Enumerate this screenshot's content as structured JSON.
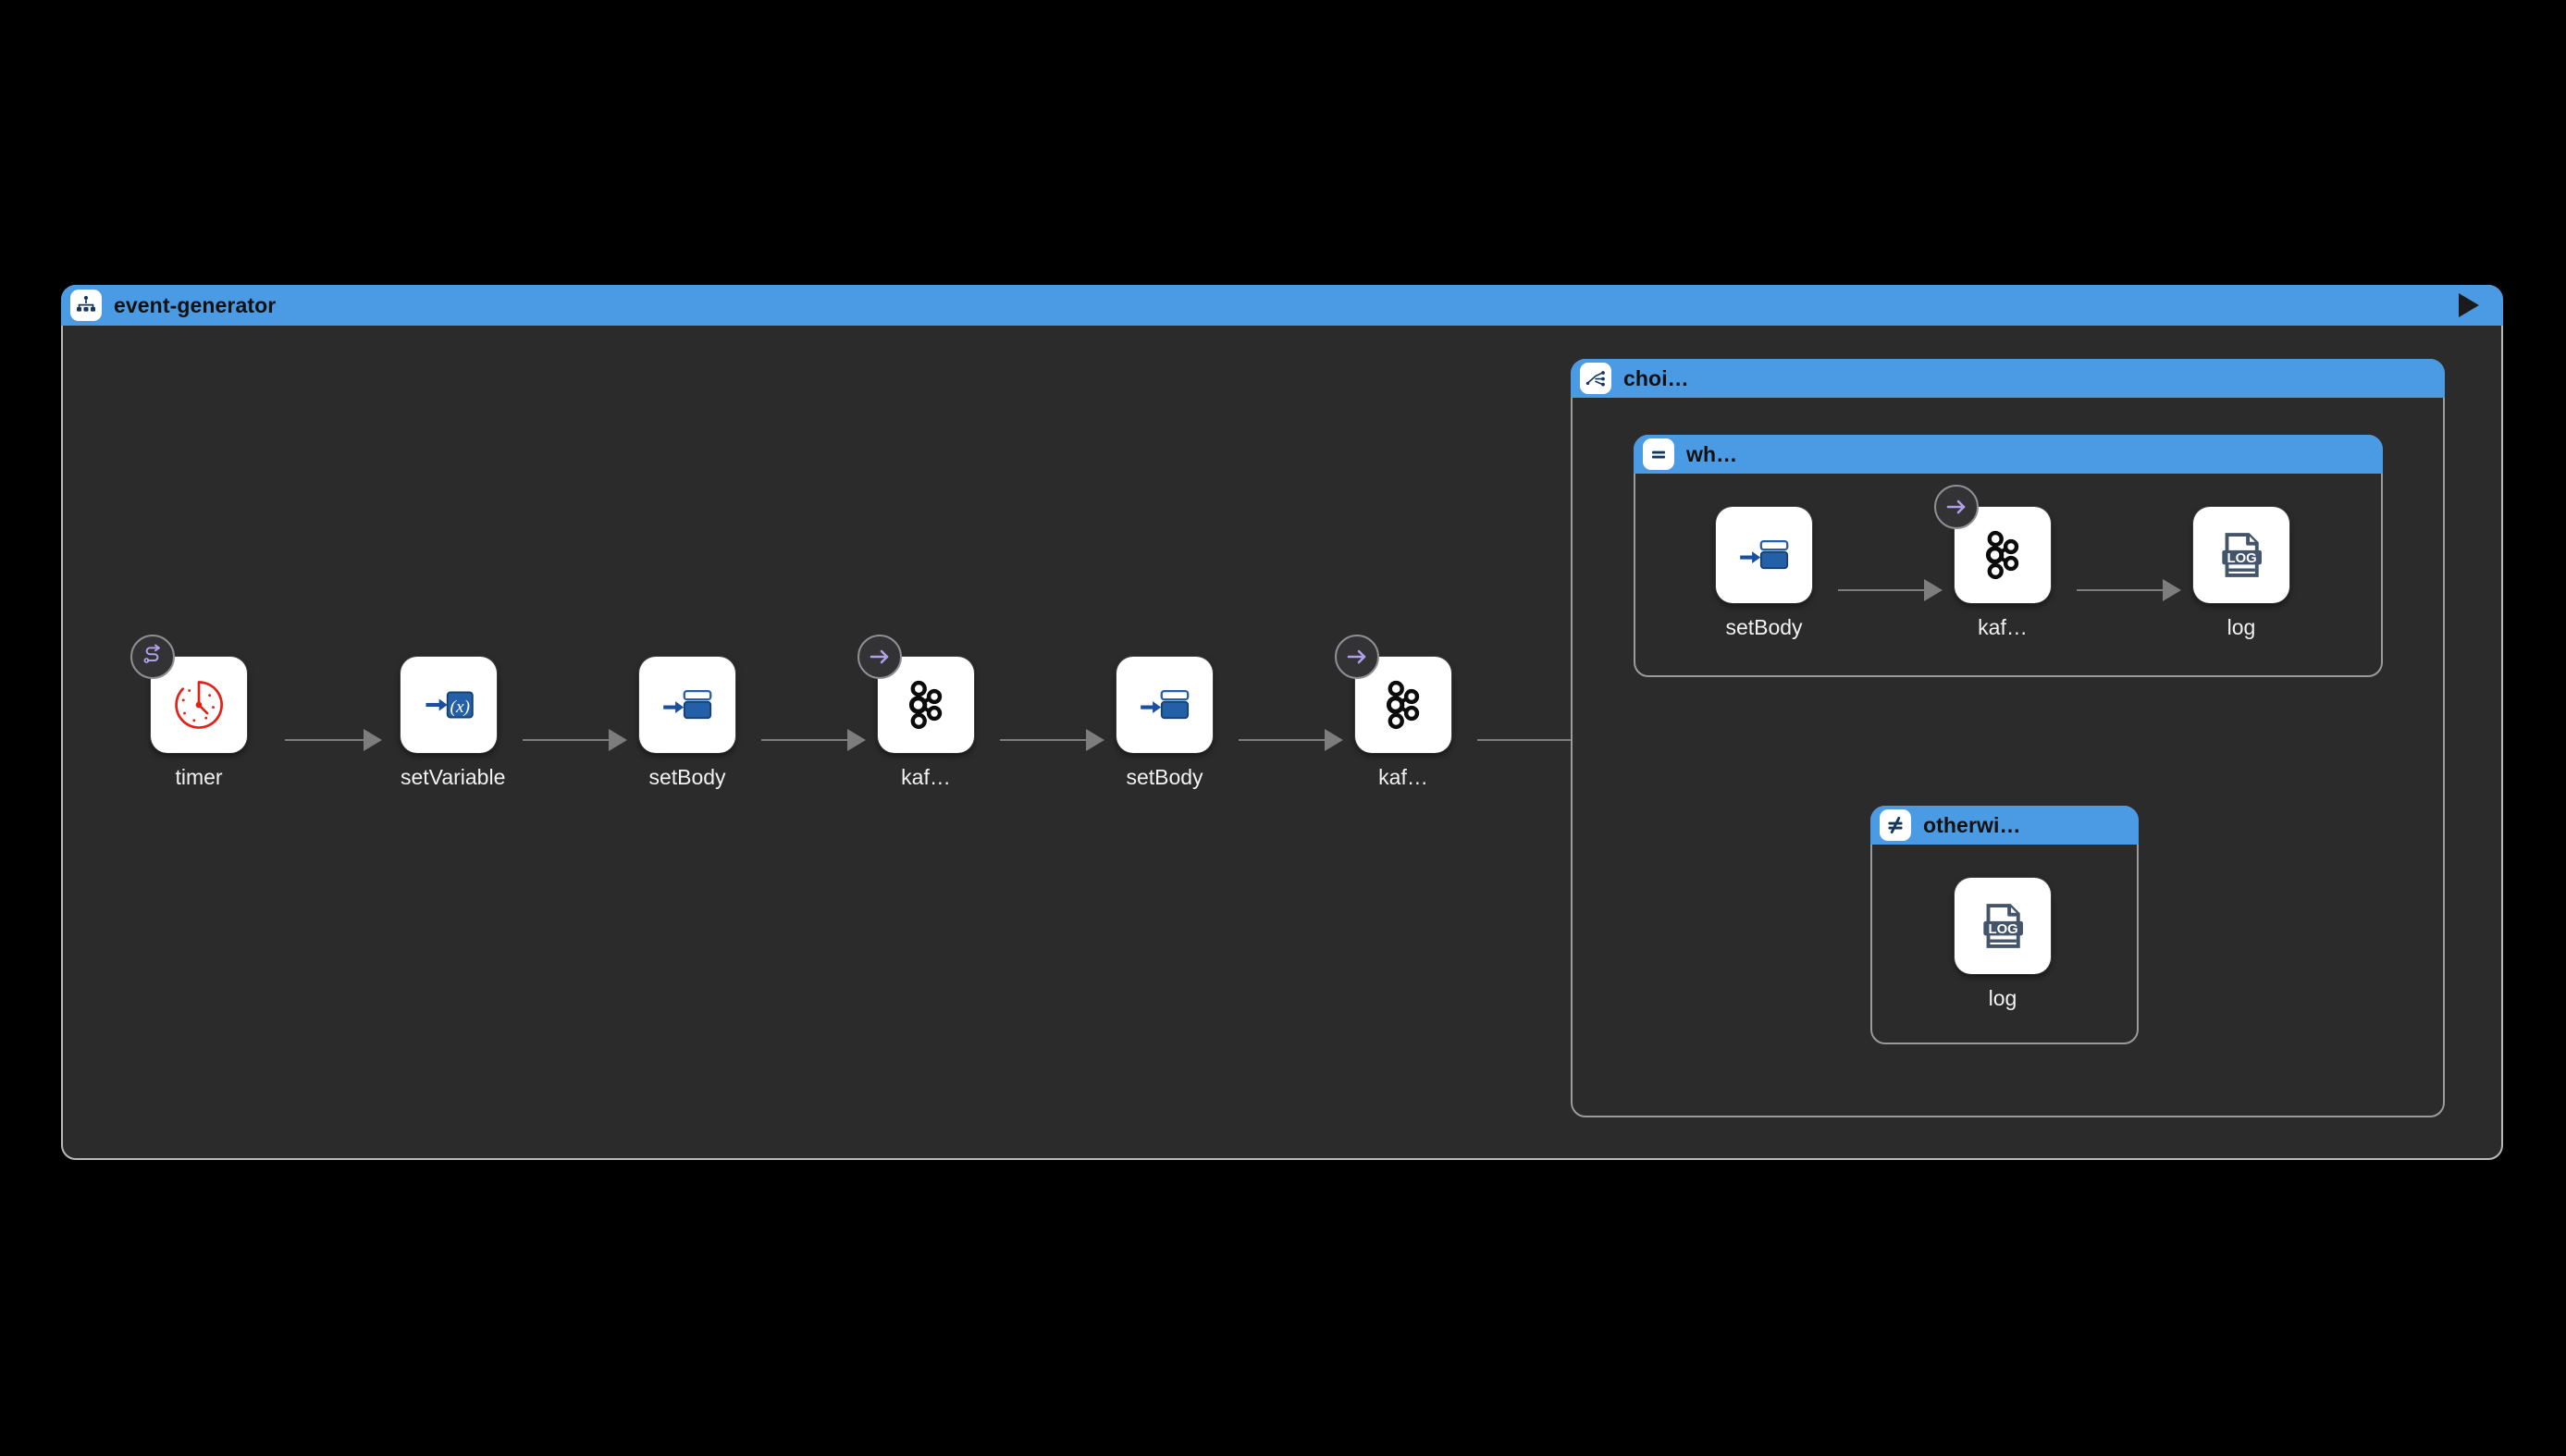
{
  "canvas": {
    "background": "#000000",
    "surface": "#2b2b2b",
    "accent": "#4a9ae4",
    "border": "#b9b9b9",
    "connector": "#7d7d7d",
    "badge_arrow": "#b0a0e8",
    "label_color": "#f2f2f2"
  },
  "route": {
    "title": "event-generator",
    "icon": "route-hierarchy-icon",
    "run_button": "run-icon"
  },
  "main_flow": {
    "nodes": [
      {
        "label": "timer",
        "icon": "timer-clock-icon",
        "badge": "route-badge-icon"
      },
      {
        "label": "setVariable",
        "icon": "set-variable-icon",
        "badge": null
      },
      {
        "label": "setBody",
        "icon": "set-body-icon",
        "badge": null
      },
      {
        "label": "kaf…",
        "icon": "kafka-icon",
        "badge": "arrow-badge-icon"
      },
      {
        "label": "setBody",
        "icon": "set-body-icon",
        "badge": null
      },
      {
        "label": "kaf…",
        "icon": "kafka-icon",
        "badge": "arrow-badge-icon"
      }
    ]
  },
  "choice": {
    "title": "choi…",
    "icon": "choice-branch-icon",
    "branches": [
      {
        "title": "wh…",
        "icon": "equals-icon",
        "nodes": [
          {
            "label": "setBody",
            "icon": "set-body-icon",
            "badge": null
          },
          {
            "label": "kaf…",
            "icon": "kafka-icon",
            "badge": "arrow-badge-icon"
          },
          {
            "label": "log",
            "icon": "log-file-icon",
            "badge": null
          }
        ]
      },
      {
        "title": "otherwi…",
        "icon": "not-equals-icon",
        "nodes": [
          {
            "label": "log",
            "icon": "log-file-icon",
            "badge": null
          }
        ]
      }
    ]
  }
}
